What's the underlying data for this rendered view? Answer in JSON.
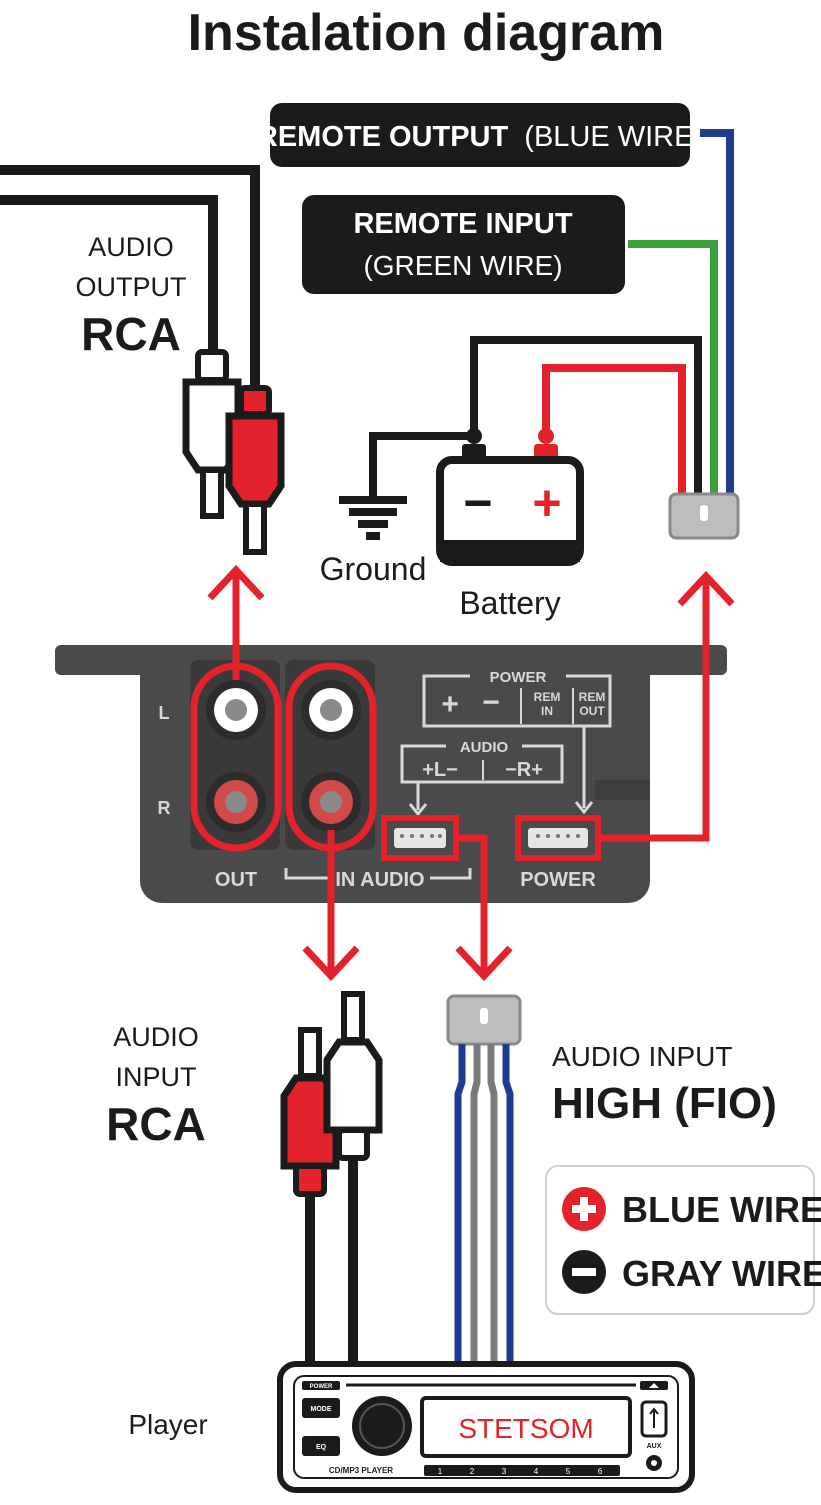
{
  "title": "Instalation diagram",
  "remote_output": {
    "bold": "REMOTE OUTPUT",
    "light": "(BLUE WIRE)"
  },
  "remote_input": {
    "bold": "REMOTE INPUT",
    "light": "(GREEN WIRE)"
  },
  "audio_output": {
    "line1": "AUDIO",
    "line2": "OUTPUT",
    "line3": "RCA"
  },
  "ground_label": "Ground",
  "battery": {
    "label": "Battery",
    "minus": "−",
    "plus": "+"
  },
  "module": {
    "channel_l": "L",
    "channel_r": "R",
    "out_label": "OUT",
    "in_audio_label": "IN AUDIO",
    "power_conn_label": "POWER",
    "power_panel": {
      "title": "POWER",
      "plus": "+",
      "minus": "−",
      "rem_in": [
        "REM",
        "IN"
      ],
      "rem_out": [
        "REM",
        "OUT"
      ]
    },
    "audio_panel": {
      "title": "AUDIO",
      "left": "+L−",
      "right": "−R+"
    }
  },
  "audio_input_rca": {
    "line1": "AUDIO",
    "line2": "INPUT",
    "line3": "RCA"
  },
  "audio_input_high": {
    "line1": "AUDIO INPUT",
    "line2": "HIGH (FIO)"
  },
  "legend": {
    "blue": "BLUE WIRE",
    "gray": "GRAY WIRE"
  },
  "player": {
    "label": "Player",
    "display": "STETSOM",
    "power_btn": "POWER",
    "mode_btn": "MODE",
    "eq_btn": "EQ",
    "model": "CD/MP3 PLAYER",
    "aux": "AUX",
    "presets": [
      "1",
      "2",
      "3",
      "4",
      "5",
      "6"
    ]
  },
  "colors": {
    "red": "#e3222b",
    "blue": "#1f3a8f",
    "green": "#3aa03c",
    "black": "#1b1b1b",
    "module": "#4a4a4a",
    "gray": "#9a9a9a"
  }
}
